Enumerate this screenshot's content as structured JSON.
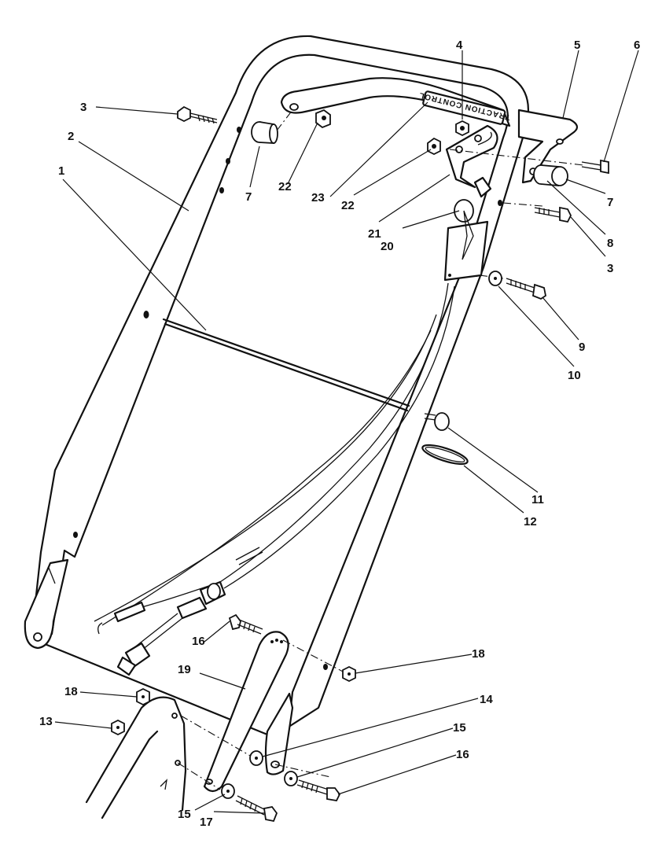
{
  "decal_text": "TRACTION CONTROL",
  "callouts": [
    {
      "id": "c1",
      "label": "1"
    },
    {
      "id": "c2",
      "label": "2"
    },
    {
      "id": "c3a",
      "label": "3"
    },
    {
      "id": "c3b",
      "label": "3"
    },
    {
      "id": "c4",
      "label": "4"
    },
    {
      "id": "c5",
      "label": "5"
    },
    {
      "id": "c6",
      "label": "6"
    },
    {
      "id": "c7a",
      "label": "7"
    },
    {
      "id": "c7b",
      "label": "7"
    },
    {
      "id": "c8",
      "label": "8"
    },
    {
      "id": "c9",
      "label": "9"
    },
    {
      "id": "c10",
      "label": "10"
    },
    {
      "id": "c11",
      "label": "11"
    },
    {
      "id": "c12",
      "label": "12"
    },
    {
      "id": "c13",
      "label": "13"
    },
    {
      "id": "c14",
      "label": "14"
    },
    {
      "id": "c15a",
      "label": "15"
    },
    {
      "id": "c15b",
      "label": "15"
    },
    {
      "id": "c16a",
      "label": "16"
    },
    {
      "id": "c16b",
      "label": "16"
    },
    {
      "id": "c17",
      "label": "17"
    },
    {
      "id": "c18a",
      "label": "18"
    },
    {
      "id": "c18b",
      "label": "18"
    },
    {
      "id": "c19",
      "label": "19"
    },
    {
      "id": "c20",
      "label": "20"
    },
    {
      "id": "c21",
      "label": "21"
    },
    {
      "id": "c22a",
      "label": "22"
    },
    {
      "id": "c22b",
      "label": "22"
    },
    {
      "id": "c23",
      "label": "23"
    }
  ]
}
